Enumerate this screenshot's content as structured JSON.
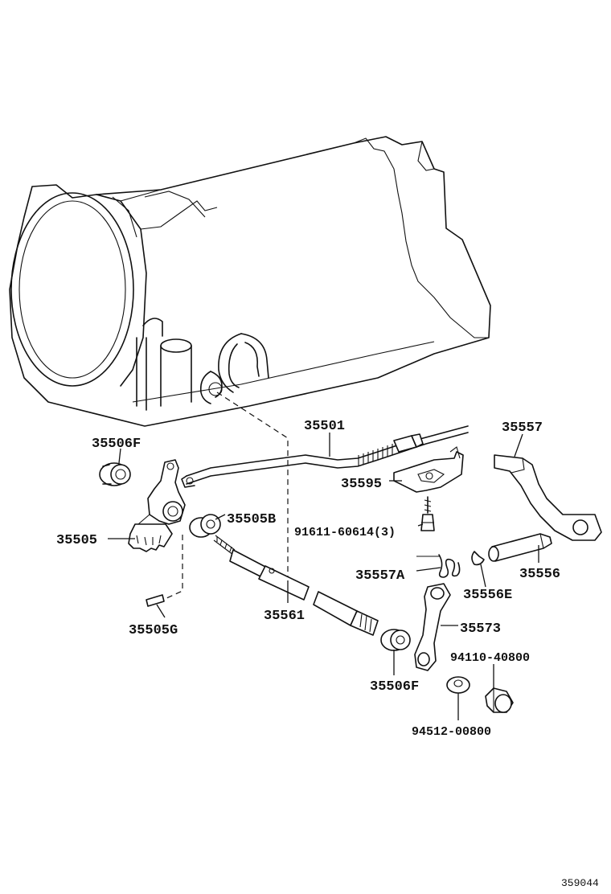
{
  "diagram": {
    "labels": {
      "p35501": "35501",
      "p35557": "35557",
      "p35506F_top": "35506F",
      "p35595": "35595",
      "p35505B": "35505B",
      "p91611": "91611-60614(3)",
      "p35505": "35505",
      "p35557A": "35557A",
      "p35556": "35556",
      "p35556E": "35556E",
      "p35505G": "35505G",
      "p35561": "35561",
      "p35573": "35573",
      "p94110": "94110-40800",
      "p35506F_bottom": "35506F",
      "p94512": "94512-00800"
    },
    "reference_number": "359044"
  }
}
